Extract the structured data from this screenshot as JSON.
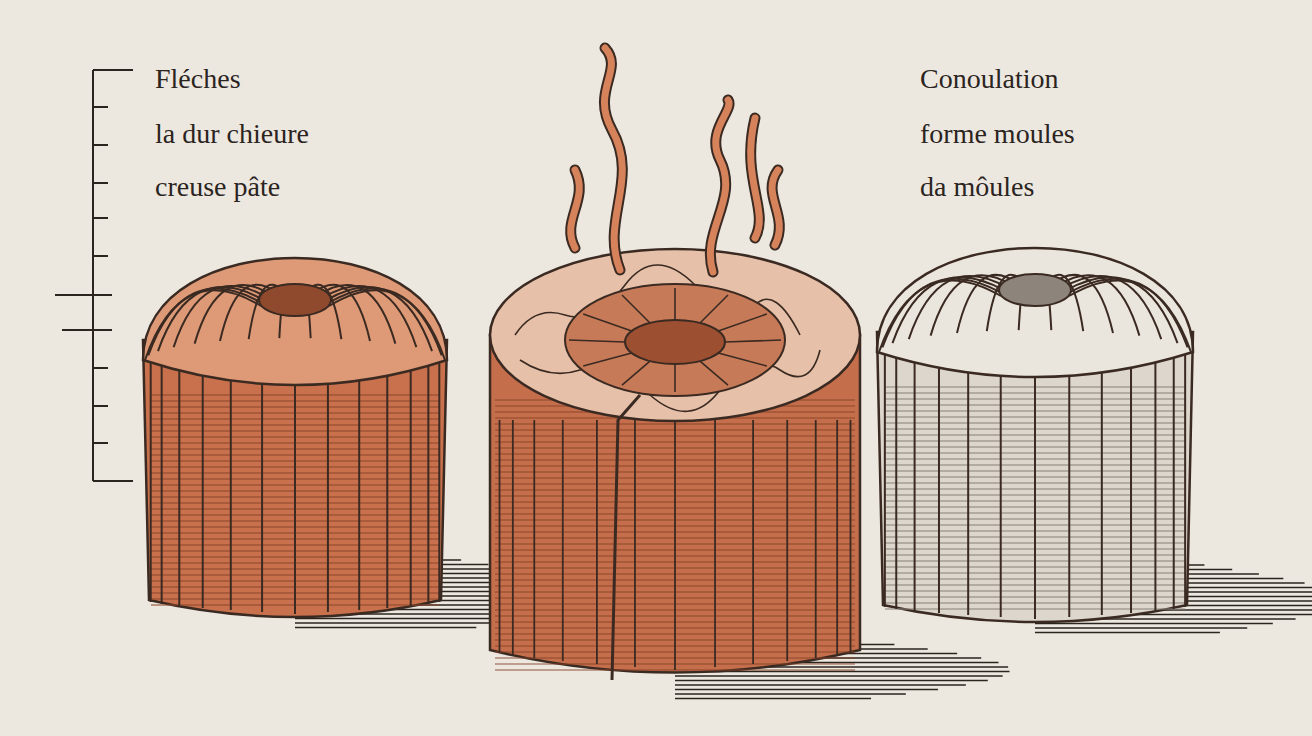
{
  "diagram": {
    "labels": [
      "Fléches",
      "la dur chieure",
      "creuse pâte",
      "Conoulation",
      "forme moules",
      "da môules"
    ]
  }
}
